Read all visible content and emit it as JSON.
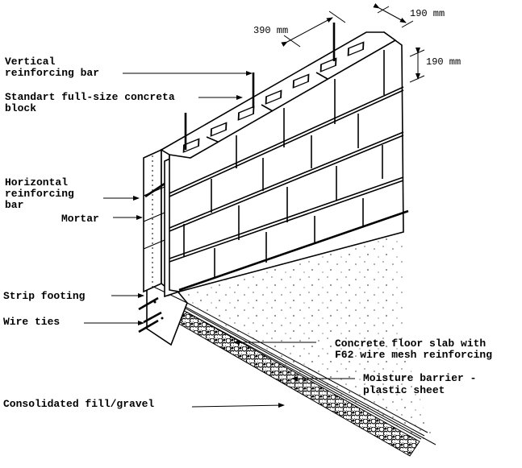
{
  "title": "Reinforced concrete block wall on strip footing",
  "colors": {
    "ink": "#000000",
    "paper": "#ffffff"
  },
  "dimensions": {
    "block_length": "390 mm",
    "block_width": "190 mm",
    "block_height": "190 mm"
  },
  "labels": {
    "vertical_bar": [
      "Vertical",
      "reinforcing bar"
    ],
    "block": [
      "Standart full-size concreta",
      "block"
    ],
    "horizontal_bar": [
      "Horizontal",
      "reinforcing",
      "bar"
    ],
    "mortar": "Mortar",
    "strip_footing": "Strip footing",
    "wire_ties": "Wire ties",
    "floor_slab": [
      "Concrete floor slab with",
      "F62 wire mesh reinforcing"
    ],
    "moisture_barrier": [
      "Moisture barrier -",
      "plastic sheet"
    ],
    "fill": "Consolidated fill/gravel"
  }
}
